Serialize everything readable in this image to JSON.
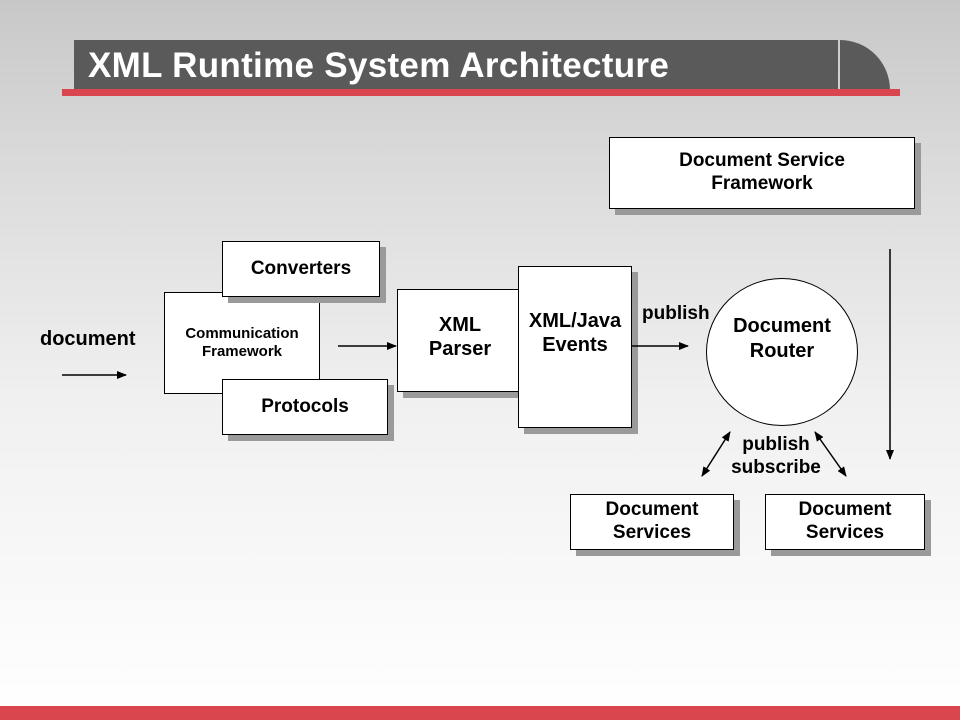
{
  "slide": {
    "title": "XML Runtime System Architecture",
    "colors": {
      "title_bar": "#5a5a5a",
      "accent_rule": "#d9464e",
      "box_shadow": "#9a9a9a"
    }
  },
  "diagram": {
    "nodes": {
      "document_service_framework": "Document Service\nFramework",
      "converters": "Converters",
      "communication_framework": "Communication\nFramework",
      "protocols": "Protocols",
      "xml_parser": "XML\nParser",
      "xml_java_events": "XML/Java\nEvents",
      "document_router": "Document\nRouter",
      "document_services_left": "Document\nServices",
      "document_services_right": "Document\nServices"
    },
    "edge_labels": {
      "document": "document",
      "publish": "publish",
      "publish_subscribe": "publish\nsubscribe"
    }
  }
}
